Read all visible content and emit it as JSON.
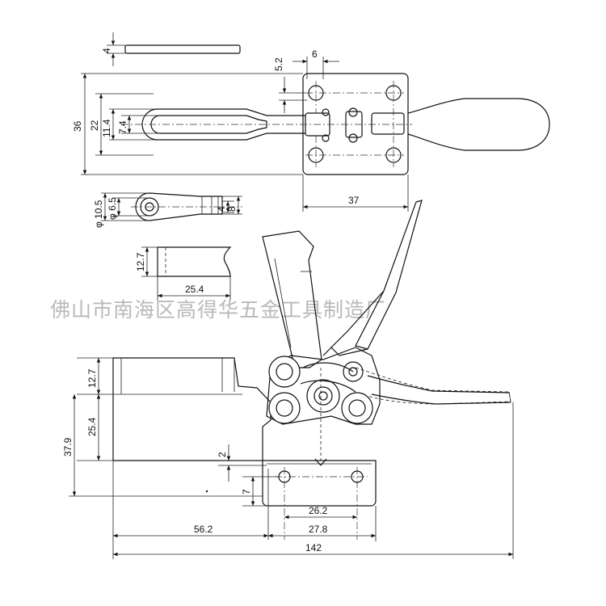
{
  "watermark": "佛山市南海区高得华五金工具制造厂",
  "top_view": {
    "dims": {
      "bar_thickness": "4",
      "height_total": "36",
      "height_inner": "22",
      "slot_outer": "11.4",
      "slot_inner": "7.4",
      "hole_offset": "5.2",
      "hole_spacing_small": "6",
      "base_width": "37"
    }
  },
  "tip_detail": {
    "dims": {
      "dia_outer": "φ 10.5",
      "dia_inner": "φ 6.5",
      "inner_width": "4",
      "outer_width": "8"
    }
  },
  "arm_section": {
    "dims": {
      "height": "12.7",
      "length": "25.4"
    }
  },
  "side_view": {
    "dims": {
      "arm_height": "12.7",
      "clamp_height": "25.4",
      "total_height": "37.9",
      "base_gap": "2",
      "base_hole_offset": "7",
      "hole_spacing": "26.2",
      "base_length": "27.8",
      "reach": "56.2",
      "total_length": "142"
    }
  }
}
